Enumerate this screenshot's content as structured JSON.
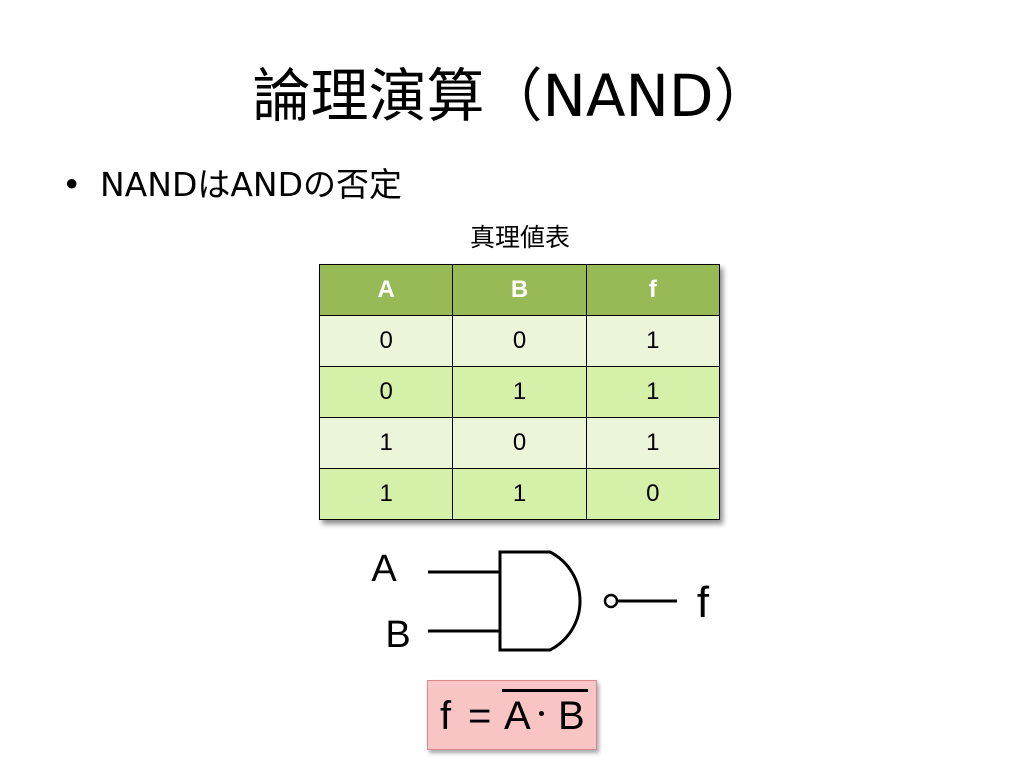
{
  "slide": {
    "title": "論理演算（NAND）",
    "bullet": {
      "symbol": "•",
      "text": "NANDはANDの否定"
    }
  },
  "truth_table": {
    "caption": "真理値表",
    "headers": [
      "A",
      "B",
      "f"
    ],
    "rows": [
      [
        "0",
        "0",
        "1"
      ],
      [
        "0",
        "1",
        "1"
      ],
      [
        "1",
        "0",
        "1"
      ],
      [
        "1",
        "1",
        "0"
      ]
    ],
    "colors": {
      "header_bg": "#97ba57",
      "row_light": "#eaf5d9",
      "row_mid": "#d5f0a8"
    }
  },
  "gate": {
    "type": "nand-gate-icon",
    "input_a_label": "A",
    "input_b_label": "B",
    "output_label": "f"
  },
  "formula": {
    "lhs": "f",
    "equals": "=",
    "operand_a": "A",
    "operator": "･",
    "operand_b": "B",
    "overline": "A･B",
    "bg_color": "#f9c4c4"
  }
}
